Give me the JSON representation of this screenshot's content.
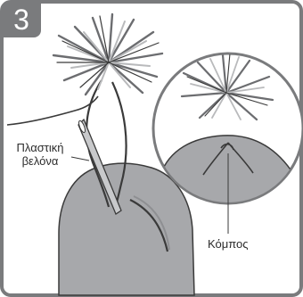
{
  "step": {
    "number": "3"
  },
  "labels": {
    "needle_line1": "Πλαστική",
    "needle_line2": "βελόνα",
    "knot": "Κόμπος"
  },
  "colors": {
    "frame": "#7a7b7d",
    "fabric": "#a7a8ab",
    "pompom_dark": "#6c6d70",
    "pompom_light": "#b9babc",
    "needle": "#c8c9cb",
    "outline": "#3a3a3a"
  },
  "icons": [
    "pompom",
    "plastic-needle",
    "yarn-strand",
    "knot-magnifier"
  ]
}
